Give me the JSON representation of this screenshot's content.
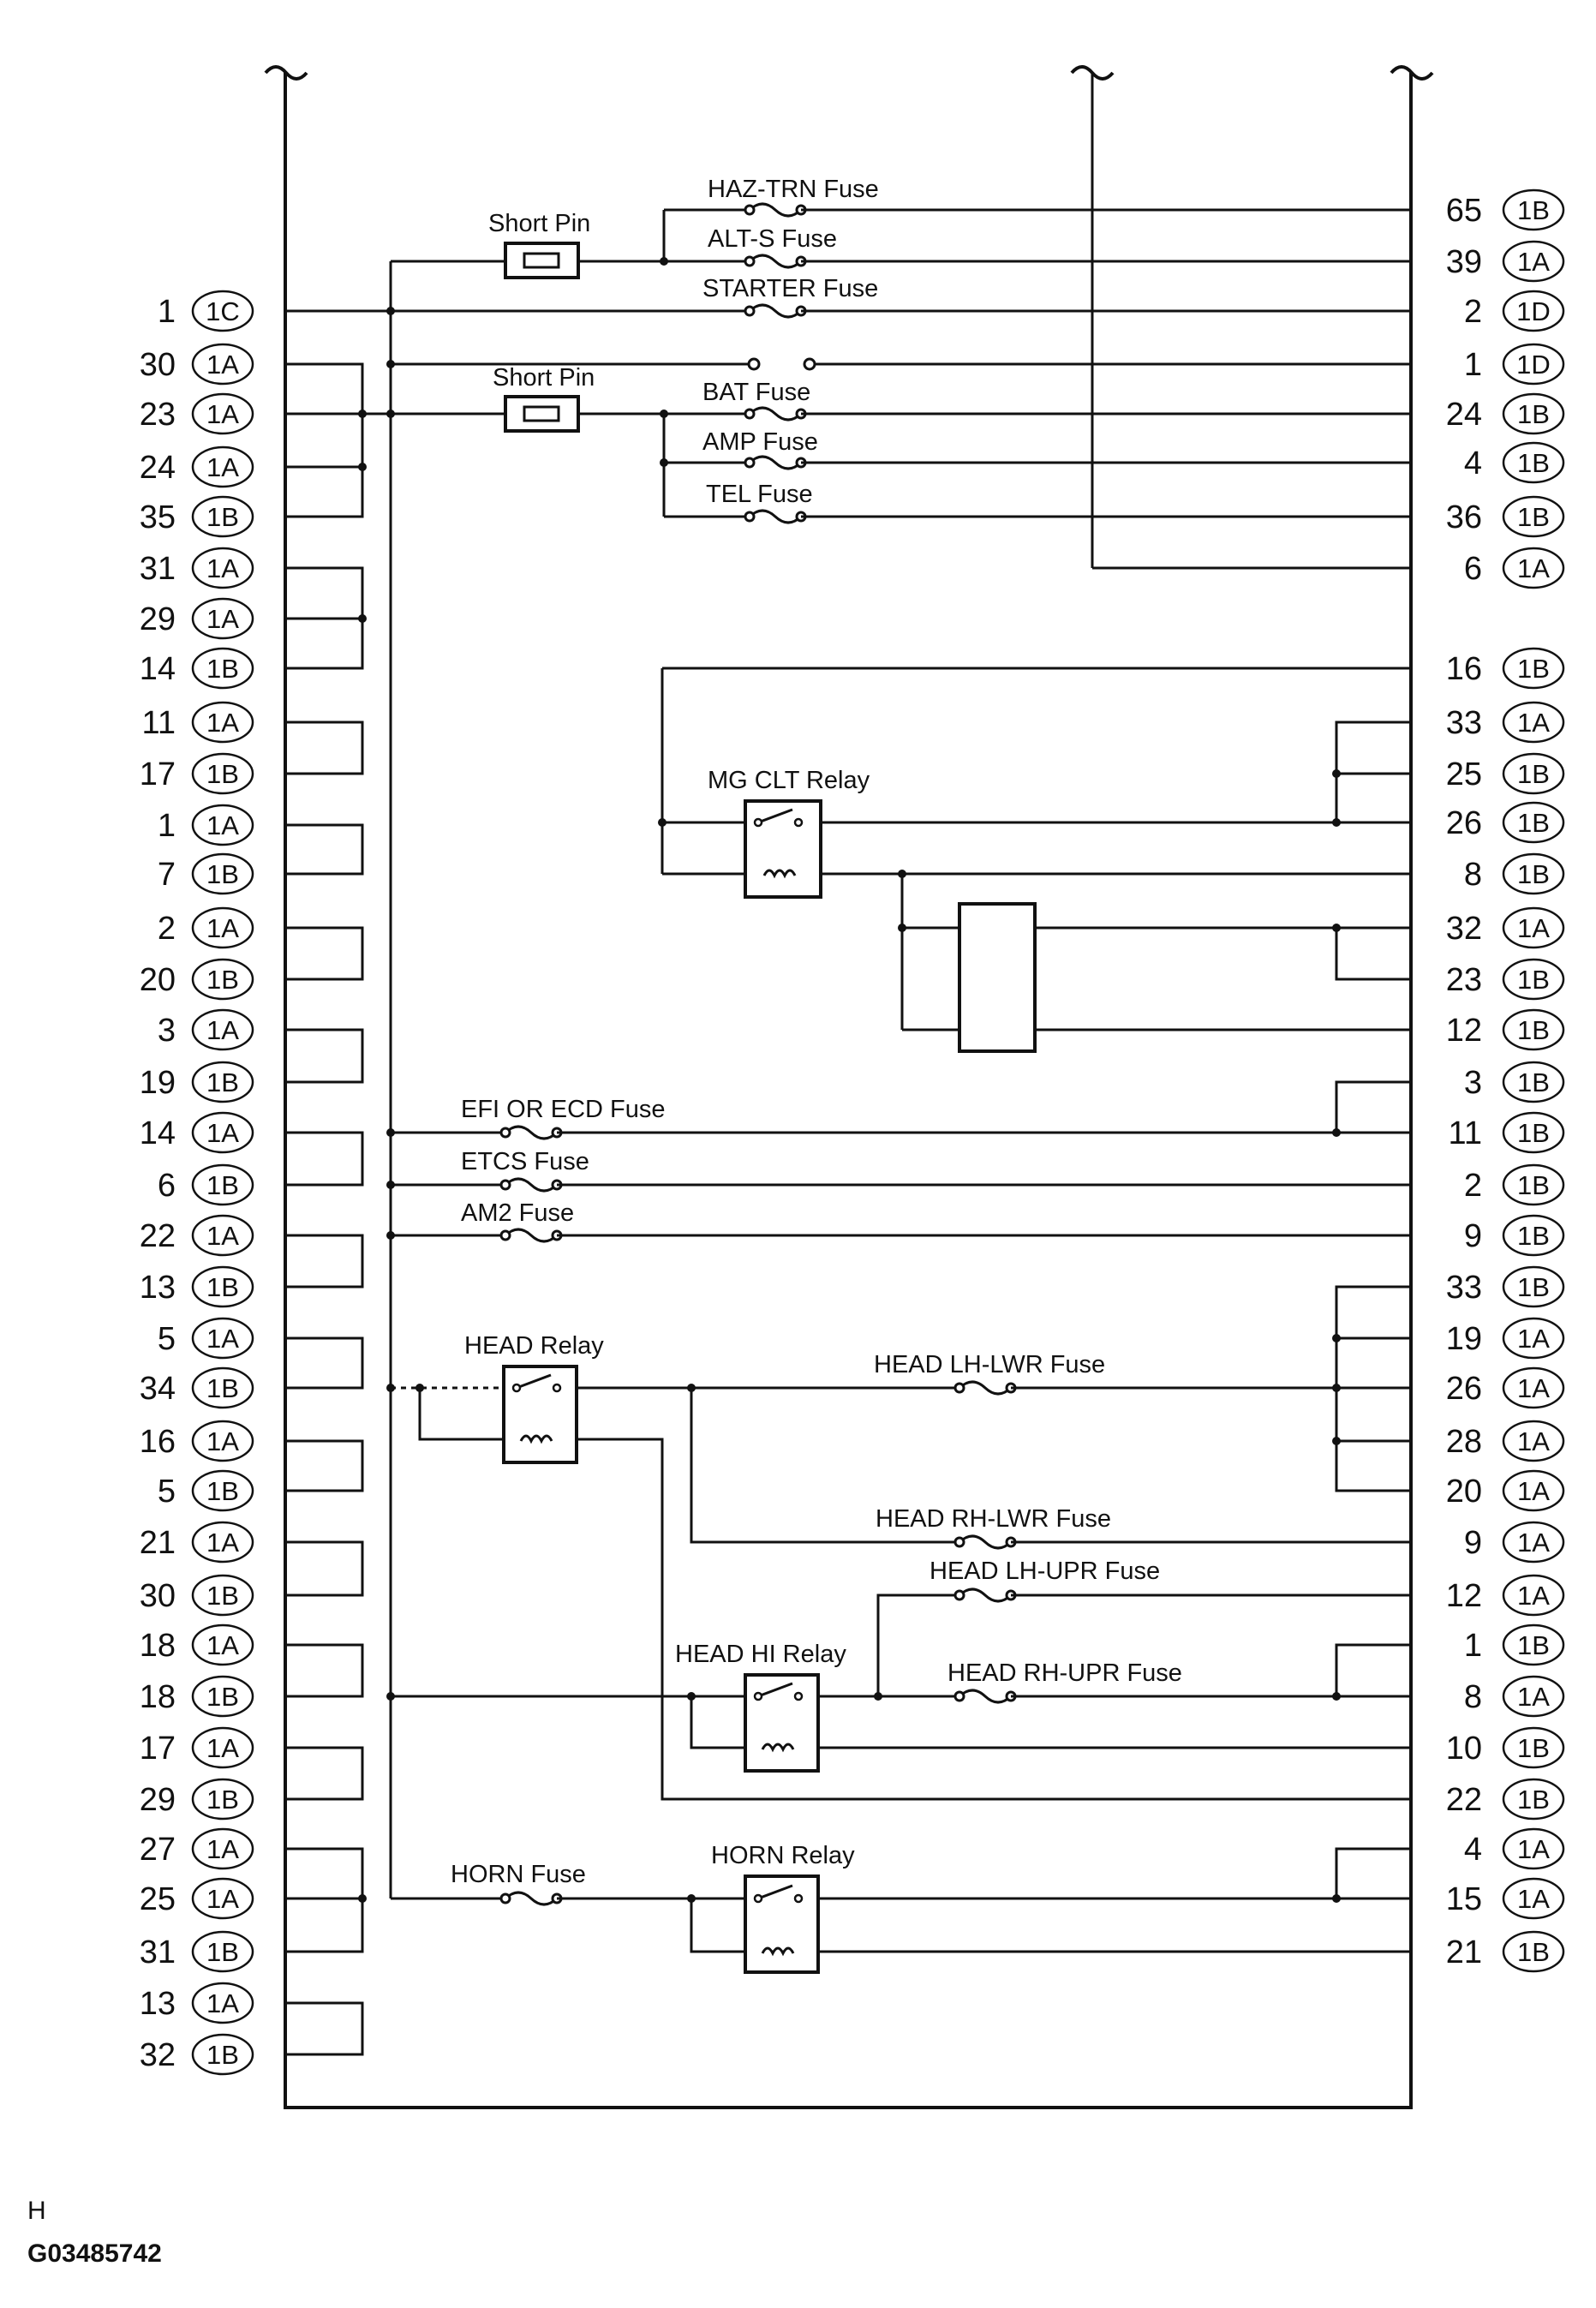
{
  "diagram": {
    "corner_letter": "H",
    "figure_code": "G03485742"
  },
  "left_pins": [
    {
      "num": "1",
      "conn": "1C"
    },
    {
      "num": "30",
      "conn": "1A"
    },
    {
      "num": "23",
      "conn": "1A"
    },
    {
      "num": "24",
      "conn": "1A"
    },
    {
      "num": "35",
      "conn": "1B"
    },
    {
      "num": "31",
      "conn": "1A"
    },
    {
      "num": "29",
      "conn": "1A"
    },
    {
      "num": "14",
      "conn": "1B"
    },
    {
      "num": "11",
      "conn": "1A"
    },
    {
      "num": "17",
      "conn": "1B"
    },
    {
      "num": "1",
      "conn": "1A"
    },
    {
      "num": "7",
      "conn": "1B"
    },
    {
      "num": "2",
      "conn": "1A"
    },
    {
      "num": "20",
      "conn": "1B"
    },
    {
      "num": "3",
      "conn": "1A"
    },
    {
      "num": "19",
      "conn": "1B"
    },
    {
      "num": "14",
      "conn": "1A"
    },
    {
      "num": "6",
      "conn": "1B"
    },
    {
      "num": "22",
      "conn": "1A"
    },
    {
      "num": "13",
      "conn": "1B"
    },
    {
      "num": "5",
      "conn": "1A"
    },
    {
      "num": "34",
      "conn": "1B"
    },
    {
      "num": "16",
      "conn": "1A"
    },
    {
      "num": "5",
      "conn": "1B"
    },
    {
      "num": "21",
      "conn": "1A"
    },
    {
      "num": "30",
      "conn": "1B"
    },
    {
      "num": "18",
      "conn": "1A"
    },
    {
      "num": "18",
      "conn": "1B"
    },
    {
      "num": "17",
      "conn": "1A"
    },
    {
      "num": "29",
      "conn": "1B"
    },
    {
      "num": "27",
      "conn": "1A"
    },
    {
      "num": "25",
      "conn": "1A"
    },
    {
      "num": "31",
      "conn": "1B"
    },
    {
      "num": "13",
      "conn": "1A"
    },
    {
      "num": "32",
      "conn": "1B"
    }
  ],
  "right_pins": [
    {
      "num": "65",
      "conn": "1B"
    },
    {
      "num": "39",
      "conn": "1A"
    },
    {
      "num": "2",
      "conn": "1D"
    },
    {
      "num": "1",
      "conn": "1D"
    },
    {
      "num": "24",
      "conn": "1B"
    },
    {
      "num": "4",
      "conn": "1B"
    },
    {
      "num": "36",
      "conn": "1B"
    },
    {
      "num": "6",
      "conn": "1A"
    },
    {
      "num": "16",
      "conn": "1B"
    },
    {
      "num": "33",
      "conn": "1A"
    },
    {
      "num": "25",
      "conn": "1B"
    },
    {
      "num": "26",
      "conn": "1B"
    },
    {
      "num": "8",
      "conn": "1B"
    },
    {
      "num": "32",
      "conn": "1A"
    },
    {
      "num": "23",
      "conn": "1B"
    },
    {
      "num": "12",
      "conn": "1B"
    },
    {
      "num": "3",
      "conn": "1B"
    },
    {
      "num": "11",
      "conn": "1B"
    },
    {
      "num": "2",
      "conn": "1B"
    },
    {
      "num": "9",
      "conn": "1B"
    },
    {
      "num": "33",
      "conn": "1B"
    },
    {
      "num": "19",
      "conn": "1A"
    },
    {
      "num": "26",
      "conn": "1A"
    },
    {
      "num": "28",
      "conn": "1A"
    },
    {
      "num": "20",
      "conn": "1A"
    },
    {
      "num": "9",
      "conn": "1A"
    },
    {
      "num": "12",
      "conn": "1A"
    },
    {
      "num": "1",
      "conn": "1B"
    },
    {
      "num": "8",
      "conn": "1A"
    },
    {
      "num": "10",
      "conn": "1B"
    },
    {
      "num": "22",
      "conn": "1B"
    },
    {
      "num": "4",
      "conn": "1A"
    },
    {
      "num": "15",
      "conn": "1A"
    },
    {
      "num": "21",
      "conn": "1B"
    }
  ],
  "components": {
    "short_pin_1": "Short Pin",
    "short_pin_2": "Short Pin",
    "haz_trn_fuse": "HAZ-TRN Fuse",
    "alt_s_fuse": "ALT-S Fuse",
    "starter_fuse": "STARTER Fuse",
    "bat_fuse": "BAT Fuse",
    "amp_fuse": "AMP Fuse",
    "tel_fuse": "TEL Fuse",
    "mg_clt_relay": "MG CLT Relay",
    "efi_fuse": "EFI OR ECD Fuse",
    "etcs_fuse": "ETCS Fuse",
    "am2_fuse": "AM2 Fuse",
    "head_relay": "HEAD Relay",
    "head_lh_lwr_fuse": "HEAD LH-LWR Fuse",
    "head_rh_lwr_fuse": "HEAD RH-LWR Fuse",
    "head_lh_upr_fuse": "HEAD LH-UPR Fuse",
    "head_hi_relay": "HEAD HI Relay",
    "head_rh_upr_fuse": "HEAD RH-UPR Fuse",
    "horn_fuse": "HORN Fuse",
    "horn_relay": "HORN Relay"
  }
}
